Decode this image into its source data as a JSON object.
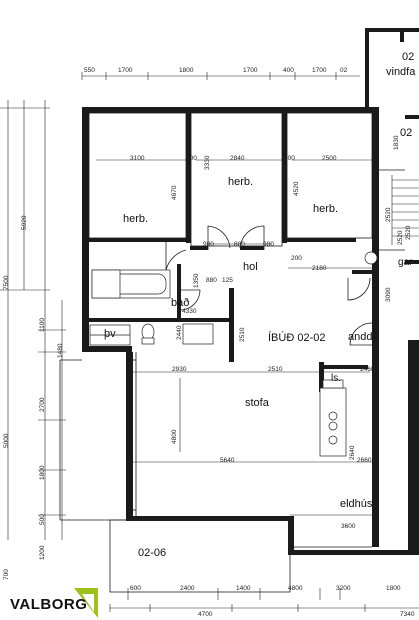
{
  "rooms": {
    "herb_left": "herb.",
    "herb_mid": "herb.",
    "herb_right": "herb.",
    "hol": "hol",
    "bad": "bað",
    "bv": "þv",
    "ibud": "ÍBÚÐ 02-02",
    "andd": "andd.",
    "stofa": "stofa",
    "eldhus": "eldhús",
    "unit_0206": "02-06",
    "unit_top_right": "02",
    "vindfang": "vindfa",
    "unit_right_mid": "02",
    "gar": "gar",
    "ls": "ls."
  },
  "dims": {
    "top": [
      "550",
      "1700",
      "1800",
      "1700",
      "400",
      "1700",
      "02"
    ],
    "herb_row": [
      "3100",
      "100",
      "2840",
      "100",
      "2500"
    ],
    "herb_doors": [
      "980",
      "880",
      "980"
    ],
    "herb_vert": [
      "4670",
      "3330",
      "4520"
    ],
    "hol_row": [
      "880",
      "125",
      "2180",
      "200",
      "4330"
    ],
    "hol_vert": [
      "1350",
      "2510",
      "2520",
      "2520",
      "2440"
    ],
    "stofa_row": [
      "2930",
      "2510",
      "2460"
    ],
    "stofa_vert": [
      "4800",
      "2640"
    ],
    "kitchen_row": [
      "5640",
      "2660"
    ],
    "eldhus_dim": "3600",
    "bottom_row": [
      "600",
      "2400",
      "1400",
      "4800",
      "3200",
      "1800"
    ],
    "bottom_totals": [
      "4700",
      "7340"
    ],
    "left_vert": [
      "5920",
      "7500",
      "1100",
      "1480",
      "2700",
      "5000",
      "1800",
      "500",
      "1200",
      "700"
    ],
    "right_vert": [
      "1830",
      "2520",
      "3090"
    ]
  },
  "logo": {
    "text": "VALBORG",
    "accent": "#9bc31c"
  }
}
